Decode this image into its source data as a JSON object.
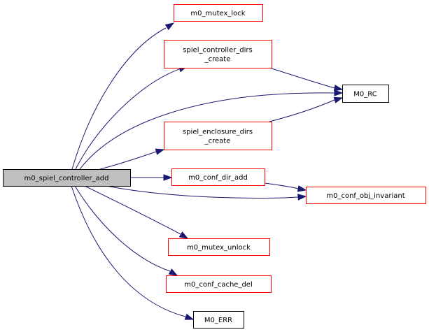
{
  "graph": {
    "type": "call-graph",
    "colors": {
      "edge": "#191970",
      "root_fill": "#bfbfbf",
      "root_border": "#000000",
      "linked_border": "#ff0000",
      "plain_border": "#000000",
      "node_fill": "#ffffff"
    },
    "nodes": [
      {
        "id": "root",
        "lines": [
          "m0_spiel_controller_add"
        ],
        "style": "root"
      },
      {
        "id": "mutex_lock",
        "lines": [
          "m0_mutex_lock"
        ],
        "style": "linked"
      },
      {
        "id": "controller_dirs_create",
        "lines": [
          "spiel_controller_dirs",
          "_create"
        ],
        "style": "linked"
      },
      {
        "id": "m0_rc",
        "lines": [
          "M0_RC"
        ],
        "style": "plain"
      },
      {
        "id": "enclosure_dirs_create",
        "lines": [
          "spiel_enclosure_dirs",
          "_create"
        ],
        "style": "linked"
      },
      {
        "id": "conf_dir_add",
        "lines": [
          "m0_conf_dir_add"
        ],
        "style": "linked"
      },
      {
        "id": "conf_obj_invariant",
        "lines": [
          "m0_conf_obj_invariant"
        ],
        "style": "linked"
      },
      {
        "id": "mutex_unlock",
        "lines": [
          "m0_mutex_unlock"
        ],
        "style": "linked"
      },
      {
        "id": "conf_cache_del",
        "lines": [
          "m0_conf_cache_del"
        ],
        "style": "linked"
      },
      {
        "id": "m0_err",
        "lines": [
          "M0_ERR"
        ],
        "style": "plain"
      }
    ],
    "edges": [
      {
        "from": "root",
        "to": "mutex_lock"
      },
      {
        "from": "root",
        "to": "controller_dirs_create"
      },
      {
        "from": "root",
        "to": "m0_rc"
      },
      {
        "from": "root",
        "to": "enclosure_dirs_create"
      },
      {
        "from": "root",
        "to": "conf_dir_add"
      },
      {
        "from": "root",
        "to": "conf_obj_invariant"
      },
      {
        "from": "root",
        "to": "mutex_unlock"
      },
      {
        "from": "root",
        "to": "conf_cache_del"
      },
      {
        "from": "root",
        "to": "m0_err"
      },
      {
        "from": "controller_dirs_create",
        "to": "m0_rc"
      },
      {
        "from": "enclosure_dirs_create",
        "to": "m0_rc"
      },
      {
        "from": "conf_dir_add",
        "to": "conf_obj_invariant"
      }
    ]
  }
}
